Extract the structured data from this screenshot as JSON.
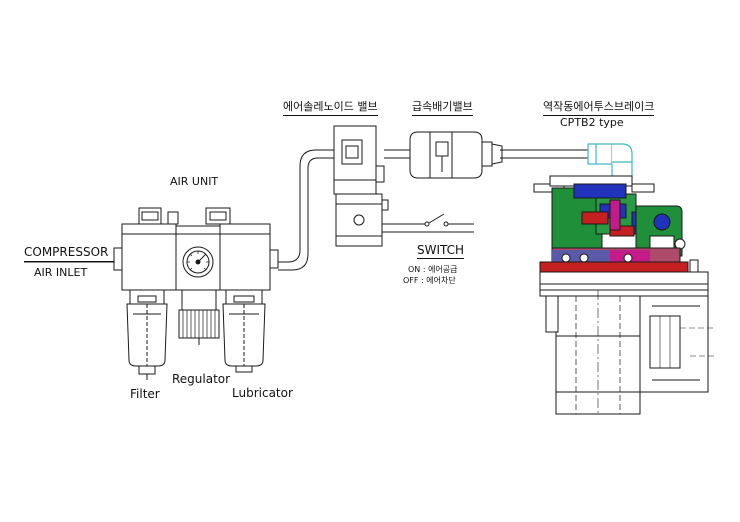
{
  "labels": {
    "compressor": "COMPRESSOR",
    "air_inlet": "AIR  INLET",
    "air_unit": "AIR  UNIT",
    "filter": "Filter",
    "regulator": "Regulator",
    "lubricator": "Lubricator",
    "solenoid_valve": "에어솔레노이드 밸브",
    "quick_exhaust_valve": "급속배기밸브",
    "brake_name": "역작동에어투스브레이크",
    "brake_type": "CPTB2  type",
    "switch": "SWITCH",
    "on_state": "ON  :  에어공급",
    "off_state": "OFF  :  에어차단"
  },
  "colors": {
    "line": "#1a1a1a",
    "brake_green": "#1f8f3a",
    "brake_blue": "#2233bb",
    "brake_red": "#c42020",
    "brake_magenta": "#c41b8a",
    "fitting_cyan": "#3fb6c8"
  }
}
